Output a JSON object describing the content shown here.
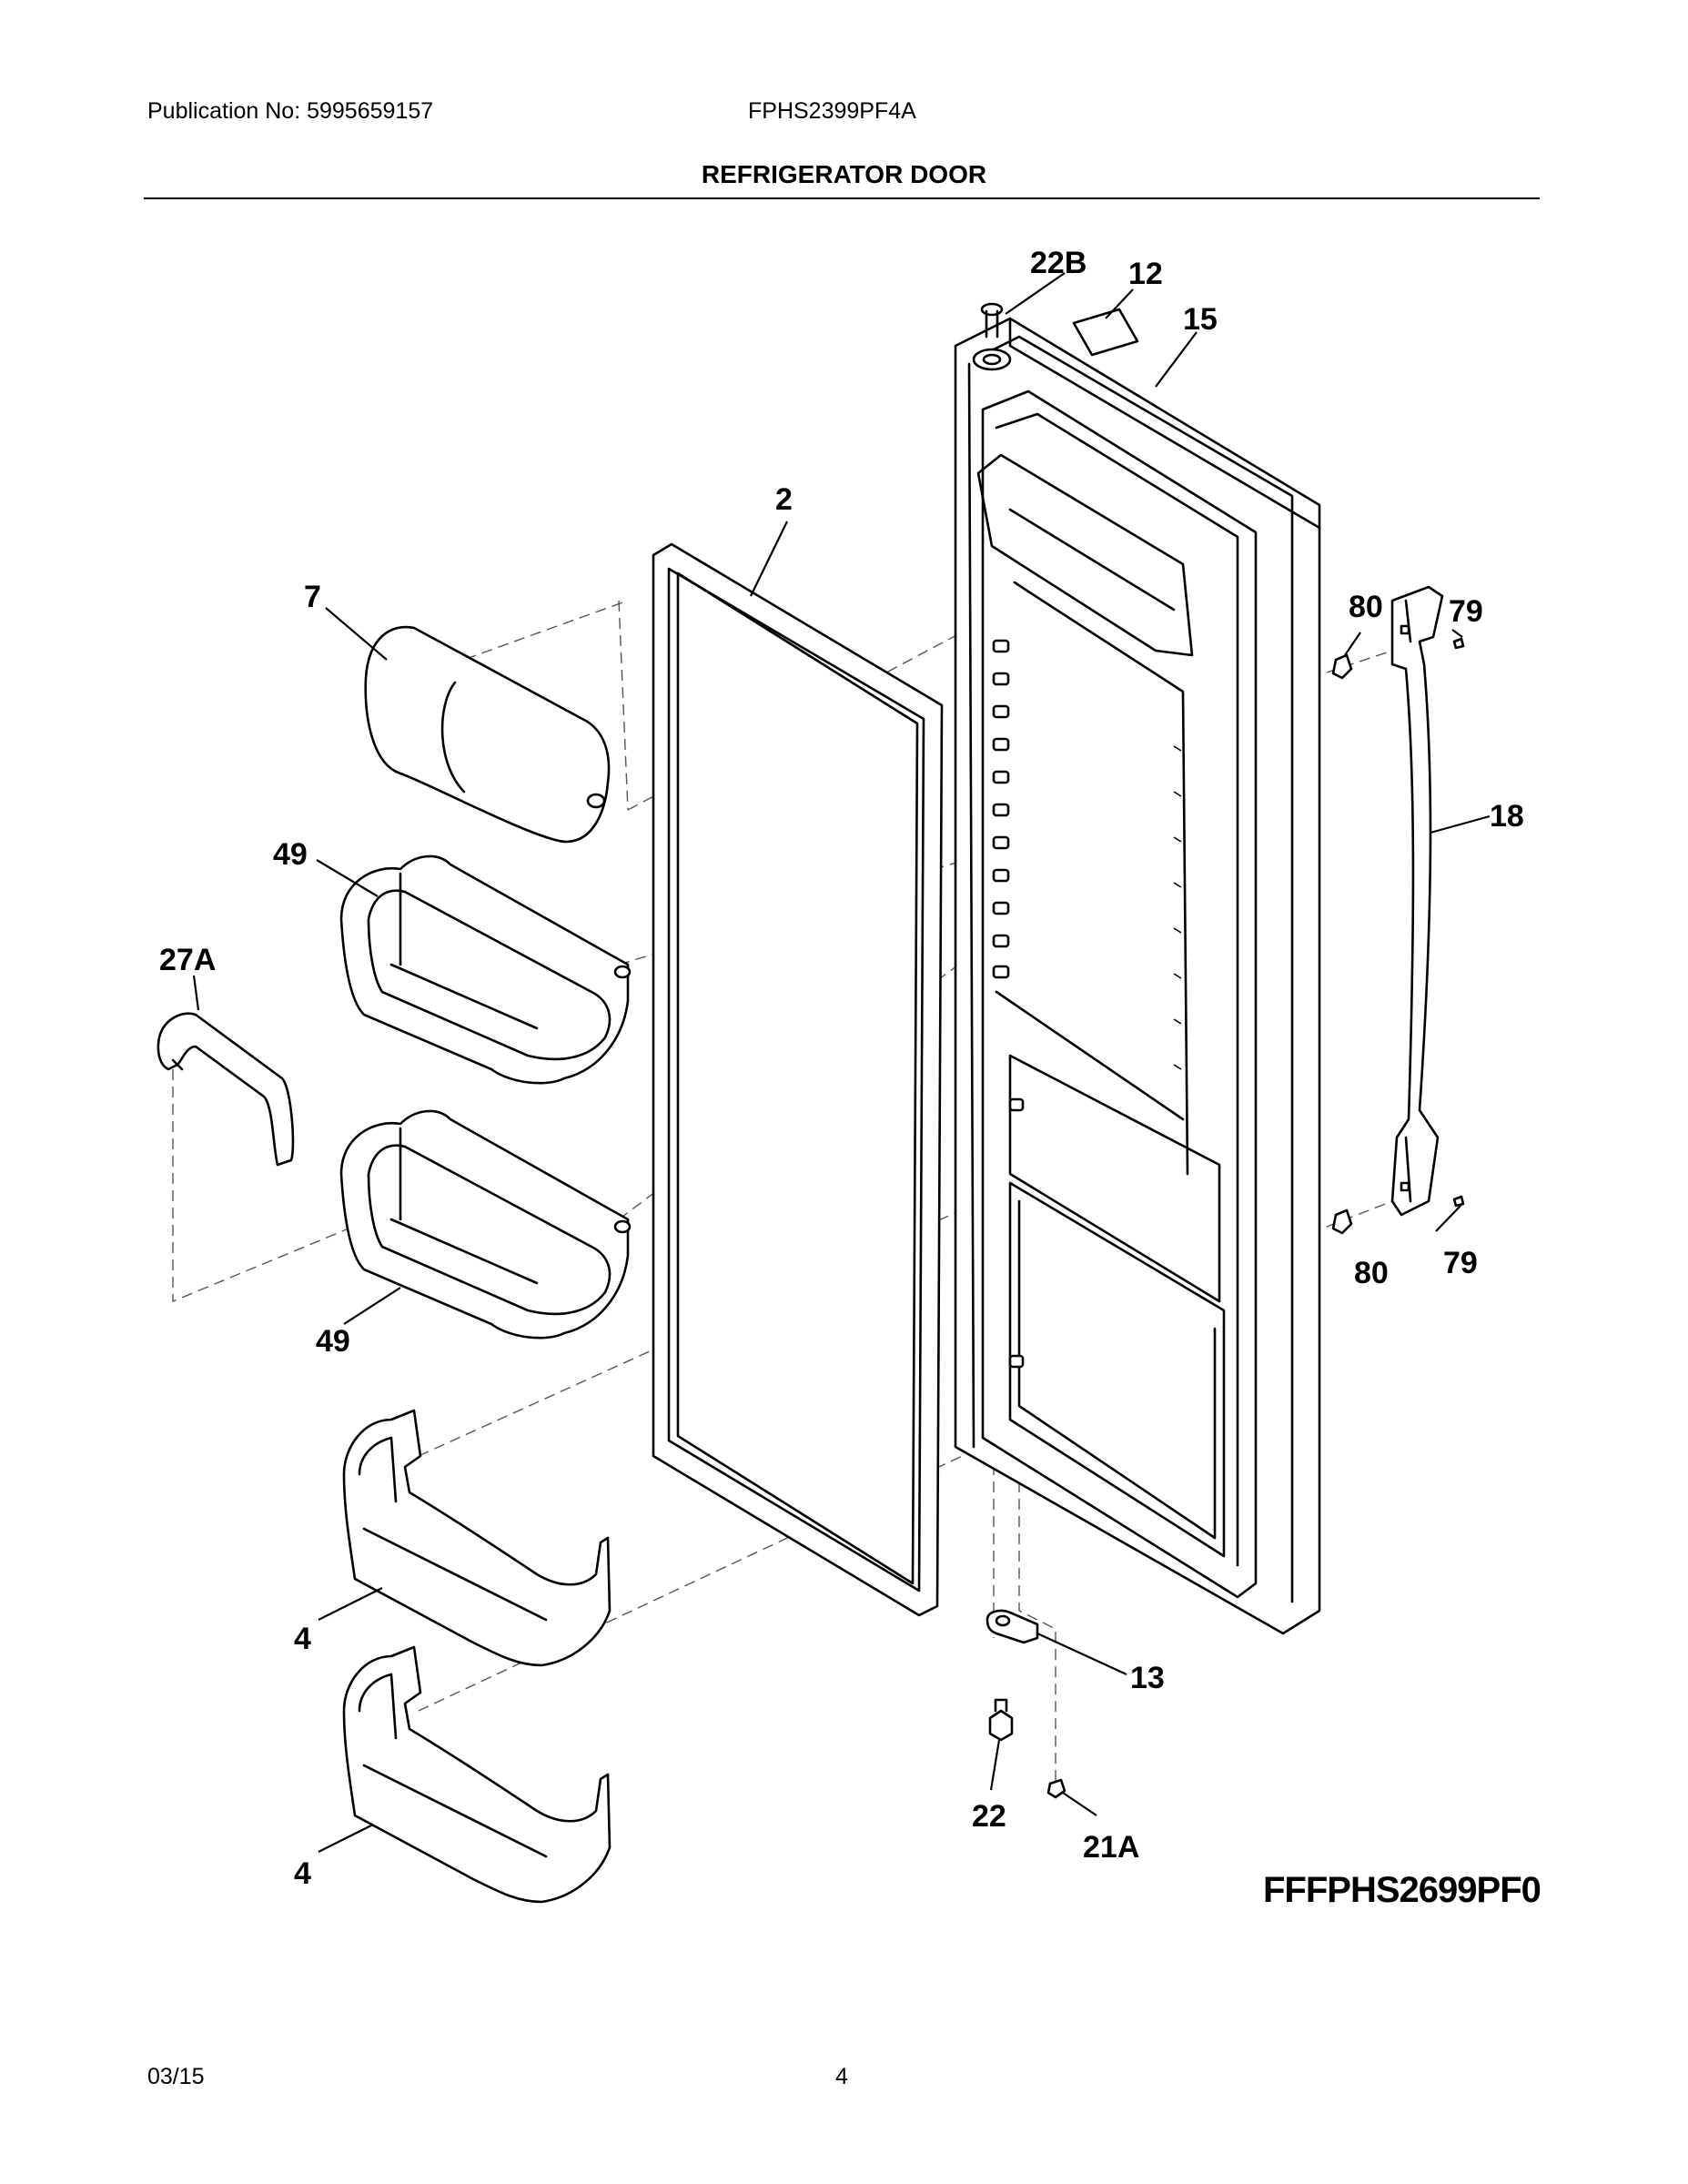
{
  "header": {
    "publication": "Publication No: 5995659157",
    "model": "FPHS2399PF4A",
    "title": "REFRIGERATOR DOOR"
  },
  "diagram": {
    "callouts": {
      "c_22b": "22B",
      "c_12": "12",
      "c_15": "15",
      "c_2": "2",
      "c_7": "7",
      "c_80a": "80",
      "c_79a": "79",
      "c_18": "18",
      "c_49a": "49",
      "c_27a": "27A",
      "c_49b": "49",
      "c_80b": "80",
      "c_79b": "79",
      "c_4a": "4",
      "c_13": "13",
      "c_22": "22",
      "c_21a": "21A",
      "c_4b": "4"
    },
    "code": "FFFPHS2699PF0"
  },
  "footer": {
    "date": "03/15",
    "page": "4"
  }
}
